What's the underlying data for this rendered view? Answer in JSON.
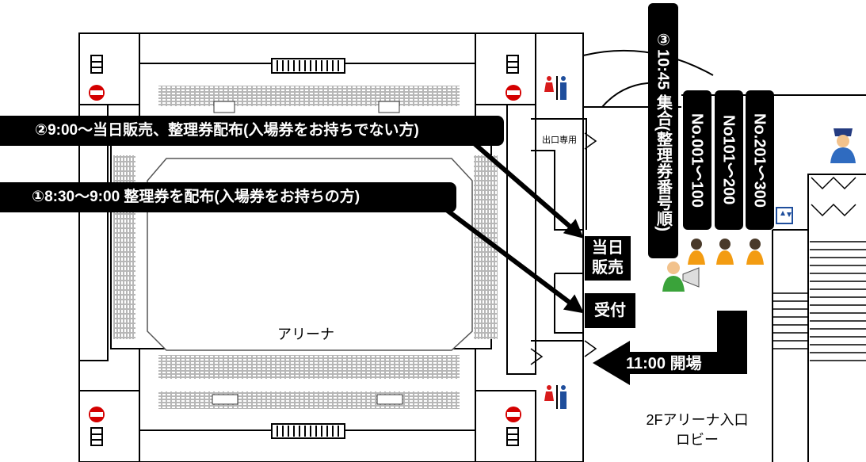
{
  "labels": {
    "banner_2": "②9:00～当日販売、整理券配布(入場券をお持ちでない方)",
    "banner_1": "①8:30～9:00 整理券を配布(入場券をお持ちの方)",
    "gather": "③10:45 集合(整理券番号順)",
    "group_1": "No.001～100",
    "group_2": "No101～200",
    "group_3": "No.201～300",
    "same_day_sales": "当日\n販売",
    "reception": "受付",
    "opening": "11:00 開場",
    "arena": "アリーナ",
    "exit_only": "出口専用",
    "lobby_line1": "2Fアリーナ入口",
    "lobby_line2": "ロビー"
  },
  "colors": {
    "label_bg": "#000000",
    "label_text": "#ffffff",
    "restroom_male": "#1f4e9c",
    "restroom_female": "#d81b1b",
    "no_entry": "#d40000"
  },
  "icons": [
    "no-entry-icon",
    "stairs-icon",
    "restroom-icon",
    "elevator-icon",
    "staff-icon",
    "person-icon",
    "megaphone-person-icon"
  ]
}
